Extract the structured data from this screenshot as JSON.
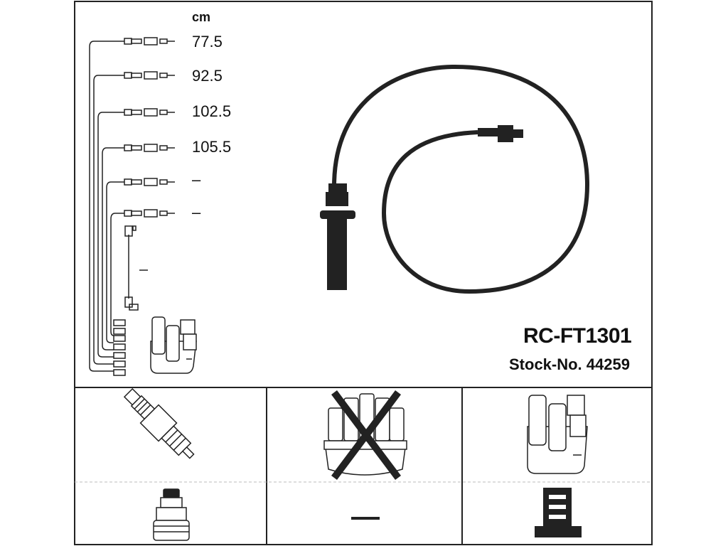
{
  "header": {
    "unit": "cm",
    "lengths": [
      "77.5",
      "92.5",
      "102.5",
      "105.5",
      "–",
      "–"
    ]
  },
  "product": {
    "part_number": "RC-FT1301",
    "stock_number": "Stock-No. 44259"
  },
  "components": [
    {
      "name": "spark-plug",
      "status": "included"
    },
    {
      "name": "distributor-cap",
      "status": "not-applicable"
    },
    {
      "name": "ignition-coil",
      "status": "included"
    },
    {
      "name": "plug-boot",
      "status": "included"
    },
    {
      "name": "middle-cell",
      "status": "empty"
    },
    {
      "name": "coil-connector",
      "status": "included"
    }
  ]
}
